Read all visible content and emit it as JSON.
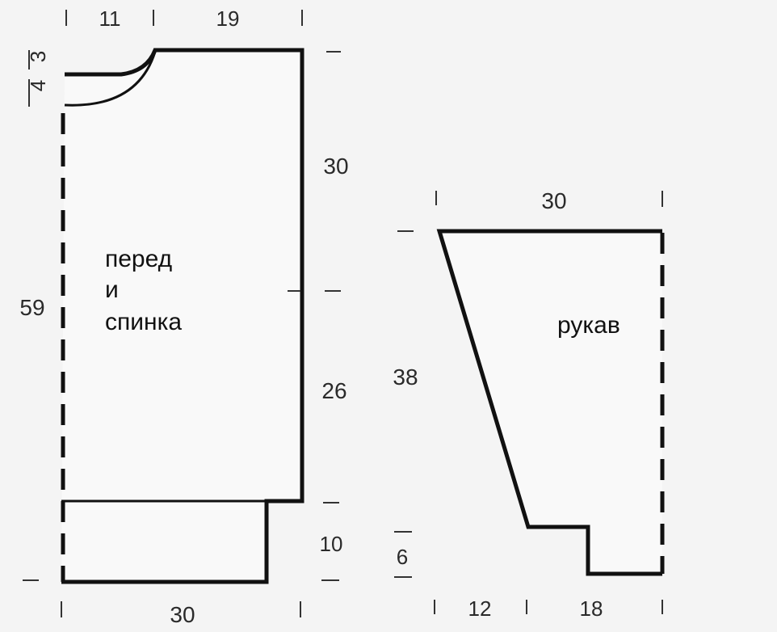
{
  "pieces": {
    "body": {
      "label_lines": [
        "перед",
        "и",
        "спинка"
      ],
      "dims": {
        "top_left": "11",
        "top_right": "19",
        "neck_depth_a": "3",
        "neck_depth_b": "4",
        "total_height": "59",
        "upper_right": "30",
        "lower_right": "26",
        "band_height": "10",
        "bottom_width": "30"
      }
    },
    "sleeve": {
      "label": "рукав",
      "dims": {
        "top_width": "30",
        "height": "38",
        "cuff_height": "6",
        "bottom_left": "12",
        "bottom_right": "18"
      }
    }
  },
  "colors": {
    "line": "#111111",
    "paper": "#f4f4f4"
  }
}
